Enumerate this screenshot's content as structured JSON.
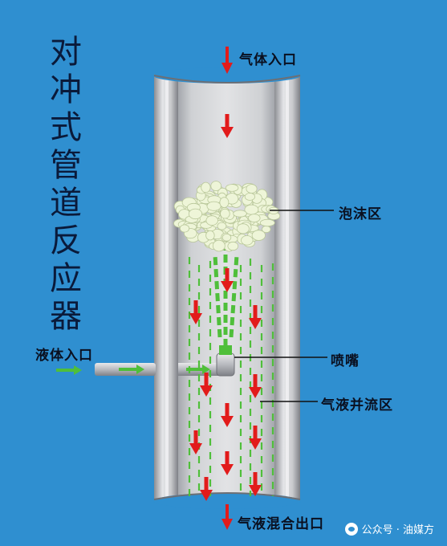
{
  "title": "对冲式管道反应器",
  "labels": {
    "gas_inlet": "气体入口",
    "foam_zone": "泡沫区",
    "liquid_inlet": "液体入口",
    "nozzle": "喷嘴",
    "cocurrent_zone": "气液并流区",
    "outlet": "气液混合出口"
  },
  "watermark": "公众号 · 油媒方",
  "colors": {
    "background": "#2f8fd0",
    "arrow_red": "#e21b1b",
    "arrow_green": "#4fbf3a",
    "pipe_gray": "#c9c9cc",
    "foam": "#eef5d8"
  },
  "icons": [
    "down-arrow-icon",
    "flow-right-arrow-icon",
    "wechat-icon"
  ]
}
